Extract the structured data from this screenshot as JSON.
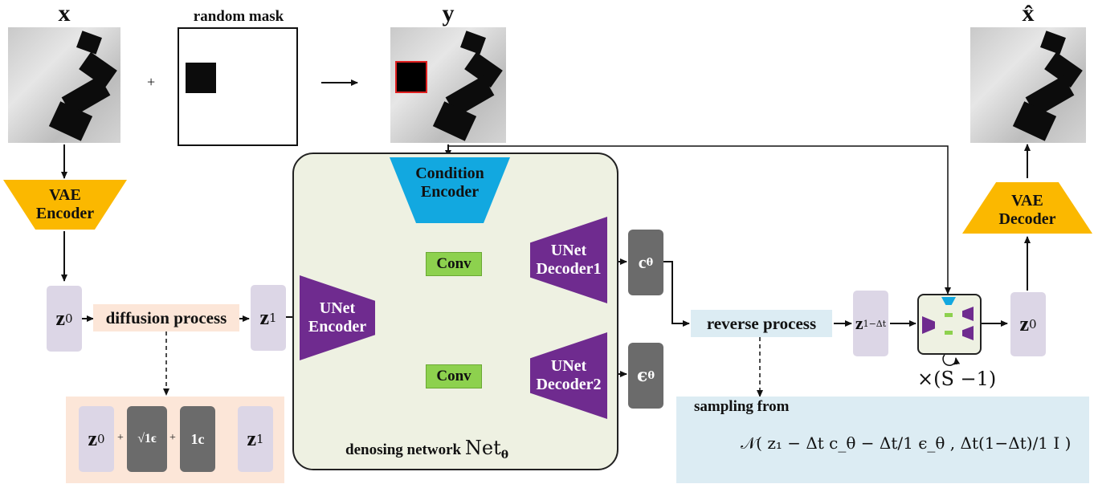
{
  "labels": {
    "x": "x",
    "random_mask": "random mask",
    "y": "y",
    "x_hat": "x̂",
    "plus_sign": "+"
  },
  "vae_encoder": "VAE\nEncoder",
  "vae_decoder": "VAE\nDecoder",
  "condition_encoder": "Condition\nEncoder",
  "unet_encoder": "UNet\nEncoder",
  "unet_decoder1": "UNet\nDecoder1",
  "unet_decoder2": "UNet\nDecoder2",
  "conv_top": "Conv",
  "conv_bottom": "Conv",
  "latents": {
    "z0_left": "z",
    "z0_left_sub": "0",
    "z1": "z",
    "z1_sub": "1",
    "z1_dt": "z",
    "z1_dt_sub": "1−Δt",
    "z0_right": "z",
    "z0_right_sub": "0"
  },
  "outputs": {
    "c_theta": "c",
    "c_theta_sub": "θ",
    "eps_theta": "ϵ",
    "eps_theta_sub": "θ"
  },
  "processes": {
    "diffusion": "diffusion process",
    "reverse": "reverse process"
  },
  "network_label": "denosing network",
  "network_symbol": "Net",
  "network_symbol_sub": "θ",
  "repeat_label": "×(S −1)",
  "sampling": {
    "heading": "sampling from",
    "formula": "𝒩( z₁ − Δt c_θ − Δt/1 ϵ_θ , Δt(1−Δt)/1 I )"
  },
  "formula_box": {
    "z0": "z",
    "z0_sub": "0",
    "plus1": "+",
    "sqrt_eps": "√1ϵ",
    "plus2": "+",
    "c_term": "1c",
    "z1": "z",
    "z1_sub": "1"
  },
  "colors": {
    "vae": "#fbb800",
    "condition_encoder": "#12a8e0",
    "unet": "#6f2b8f",
    "conv": "#8dd14e",
    "latent": "#dcd6e6",
    "output": "#6b6b6b",
    "diffusion_bg": "#fce6d8",
    "reverse_bg": "#dcecf3",
    "network_bg": "#eef1e2",
    "mask_border": "#e02020"
  }
}
